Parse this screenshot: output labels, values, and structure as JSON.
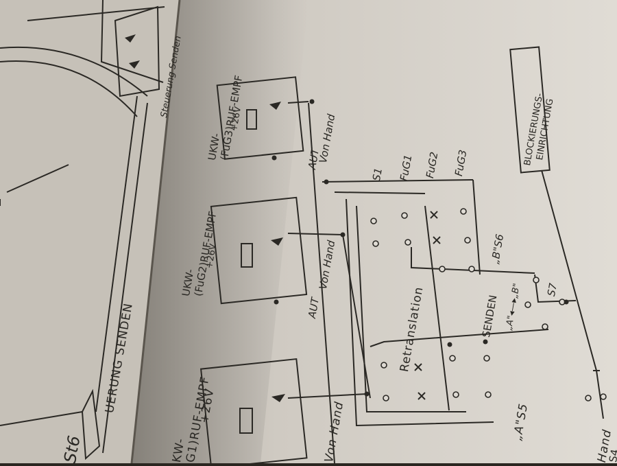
{
  "colors": {
    "paper": "#d3cfc8",
    "paper_light": "#dedad3",
    "ink": "#2a2824",
    "shadow": "#7a756c",
    "left_page": "#c9c4bb"
  },
  "modules": {
    "kw": {
      "line1": "KW-",
      "line2": "G1)RUF-EMPF",
      "voltage": "+26V"
    },
    "fug2": {
      "line1": "UKW-",
      "line2": "(FuG2)RUF-EMPF",
      "voltage": "+26V"
    },
    "fug3": {
      "line1": "UKW-",
      "line2": "(FuG3)RUF-EMPF",
      "voltage": "+26V"
    }
  },
  "labels": {
    "aut": "AUT",
    "von_hand": "Von Hand",
    "s1": "S1",
    "fug1": "FuG1",
    "fug2": "FuG2",
    "fug3": "FuG3",
    "b_s6": "„B\"S6",
    "a_s5": "„A\"S5",
    "s7": "S7",
    "senden": "SENDEN",
    "a_b": "„A\"◂—▸„B\"",
    "retranslation": "Retranslation",
    "block_1": "BLOCKIERUNGS-",
    "block_2": "EINRICHTUNG",
    "hand_bottom": "Hand",
    "s4": "S4",
    "st6": "St6",
    "steuerung": "UERUNG SENDEN",
    "left_small": "Steuerung Senden"
  }
}
